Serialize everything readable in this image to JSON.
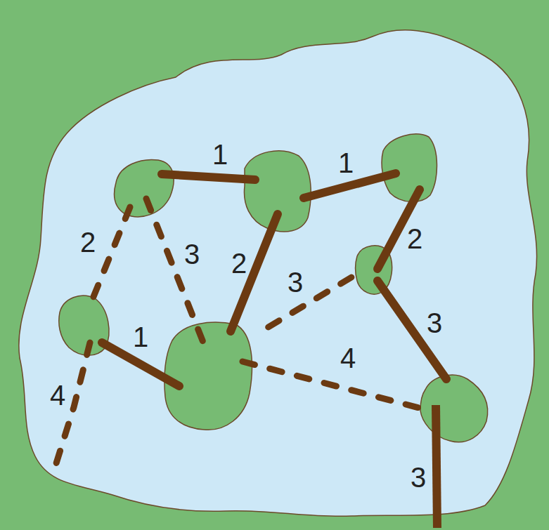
{
  "diagram": {
    "labels": [
      "1",
      "1",
      "2",
      "2",
      "3",
      "2",
      "3",
      "3",
      "1",
      "4",
      "4",
      "3"
    ]
  }
}
